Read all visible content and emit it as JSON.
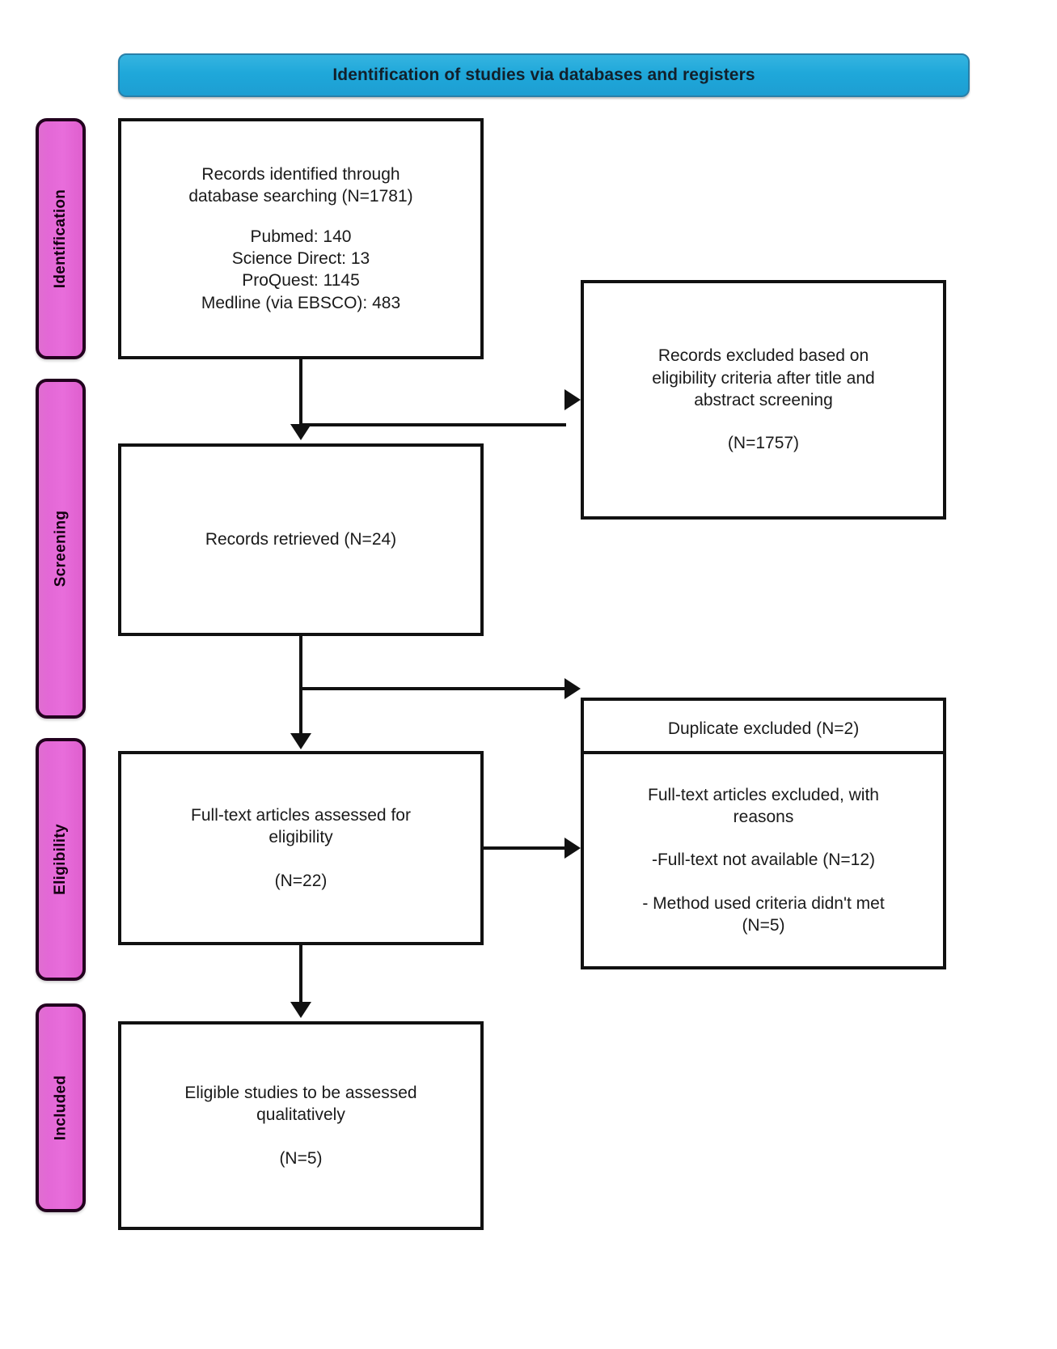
{
  "diagram": {
    "type": "prisma-flow-diagram",
    "banner": {
      "title": "Identification of studies via databases and registers",
      "color": "#1fa8da"
    },
    "phase_color": "#e368d6",
    "phases": [
      {
        "label": "Identification"
      },
      {
        "label": "Screening"
      },
      {
        "label": "Eligibility"
      },
      {
        "label": "Included"
      }
    ],
    "boxes": {
      "identified": {
        "heading": "Records identified through\ndatabase searching (N=1781)",
        "sources": "Pubmed: 140\nScience Direct: 13\nProQuest: 1145\nMedline (via EBSCO): 483"
      },
      "records_excluded": {
        "heading": "Records excluded based on\neligibility criteria after title and\nabstract screening",
        "count": "(N=1757)"
      },
      "records_retrieved": {
        "heading": "Records retrieved (N=24)"
      },
      "duplicate_excluded": {
        "heading": "Duplicate excluded (N=2)"
      },
      "fulltext_assessed": {
        "heading": "Full-text articles assessed for\neligibility",
        "count": "(N=22)"
      },
      "fulltext_excluded": {
        "heading": "Full-text articles excluded, with\nreasons",
        "reason_1": "-Full-text not available (N=12)",
        "reason_2": "- Method used criteria didn't met\n(N=5)"
      },
      "eligible_included": {
        "heading": "Eligible studies to be assessed\nqualitatively",
        "count": "(N=5)"
      }
    },
    "counts": {
      "identified_total": 1781,
      "pubmed": 140,
      "science_direct": 13,
      "proquest": 1145,
      "medline_ebsco": 483,
      "records_excluded": 1757,
      "records_retrieved": 24,
      "duplicates_excluded": 2,
      "fulltext_assessed": 22,
      "fulltext_not_available": 12,
      "method_criteria_not_met": 5,
      "eligible_included": 5
    }
  }
}
